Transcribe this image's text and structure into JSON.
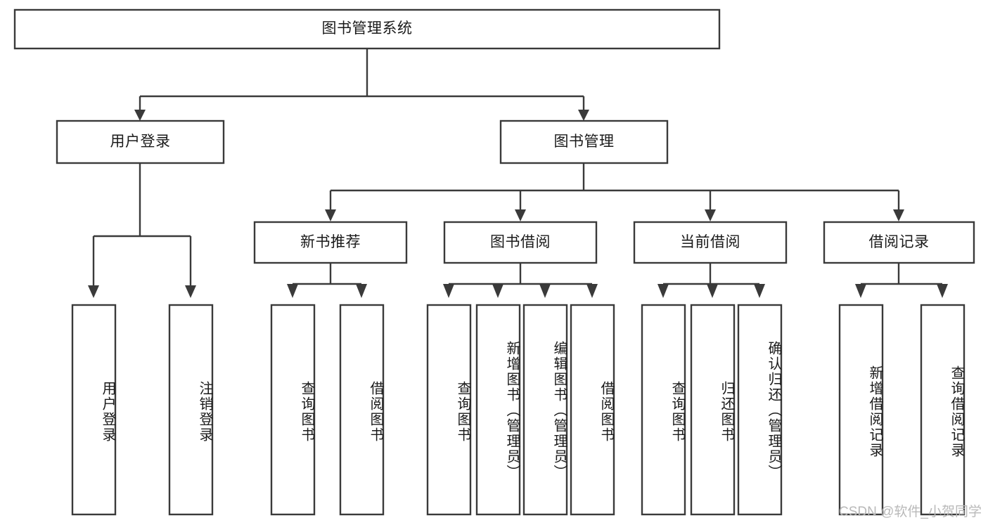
{
  "diagram": {
    "title": "图书管理系统",
    "watermark": "CSDN @软件_小贺同学",
    "colors": {
      "stroke": "#3a3a3a",
      "fill": "#ffffff",
      "text": "#1a1a1a",
      "watermark": "#b9b9b9"
    },
    "root": {
      "label": "图书管理系统"
    },
    "level1": [
      {
        "label": "用户登录"
      },
      {
        "label": "图书管理"
      }
    ],
    "level2": [
      {
        "label": "新书推荐"
      },
      {
        "label": "图书借阅"
      },
      {
        "label": "当前借阅"
      },
      {
        "label": "借阅记录"
      }
    ],
    "leaves": [
      {
        "label": "用户登录"
      },
      {
        "label": "注销登录"
      },
      {
        "label": "查询图书"
      },
      {
        "label": "借阅图书"
      },
      {
        "label": "查询图书"
      },
      {
        "label": "新增图书（管理员）"
      },
      {
        "label": "编辑图书（管理员）"
      },
      {
        "label": "借阅图书"
      },
      {
        "label": "查询图书"
      },
      {
        "label": "归还图书"
      },
      {
        "label": "确认归还（管理员）"
      },
      {
        "label": "新增借阅记录"
      },
      {
        "label": "查询借阅记录"
      }
    ]
  }
}
